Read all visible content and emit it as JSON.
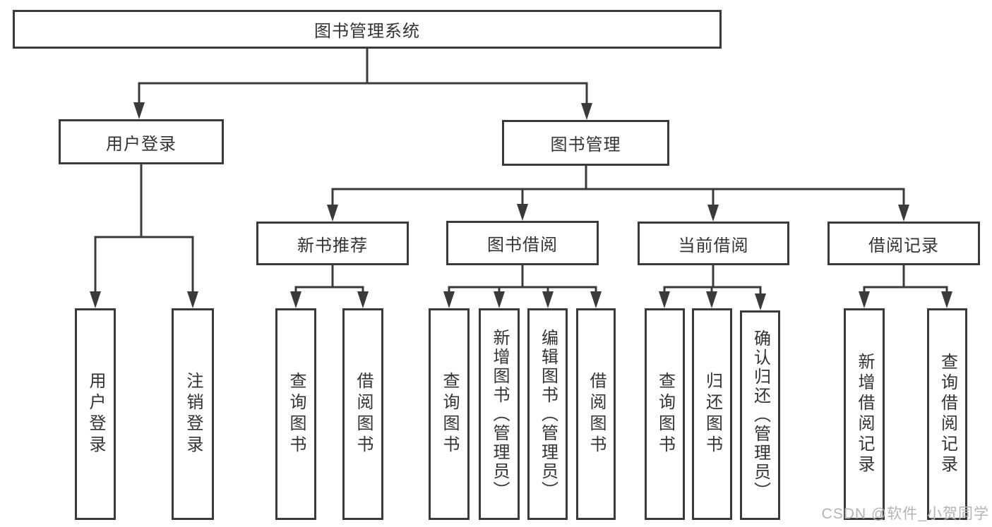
{
  "diagram": {
    "type": "hierarchy-tree",
    "root": {
      "label": "图书管理系统"
    },
    "branches": [
      {
        "label": "用户登录",
        "children": [
          "用户登录",
          "注销登录"
        ]
      },
      {
        "label": "图书管理",
        "sections": [
          {
            "label": "新书推荐",
            "children": [
              "查询图书",
              "借阅图书"
            ]
          },
          {
            "label": "图书借阅",
            "children": [
              "查询图书",
              "新增图书（管理员）",
              "编辑图书（管理员）",
              "借阅图书"
            ]
          },
          {
            "label": "当前借阅",
            "children": [
              "查询图书",
              "归还图书",
              "确认归还（管理员）"
            ]
          },
          {
            "label": "借阅记录",
            "children": [
              "新增借阅记录",
              "查询借阅记录"
            ]
          }
        ]
      }
    ]
  },
  "watermark": {
    "text": "CSDN @软件_小贺同学",
    "color": "#b4b4b4"
  },
  "colors": {
    "line": "#3a3a3a",
    "text": "#333333",
    "box_fill": "#ffffff",
    "background": "#ffffff"
  }
}
